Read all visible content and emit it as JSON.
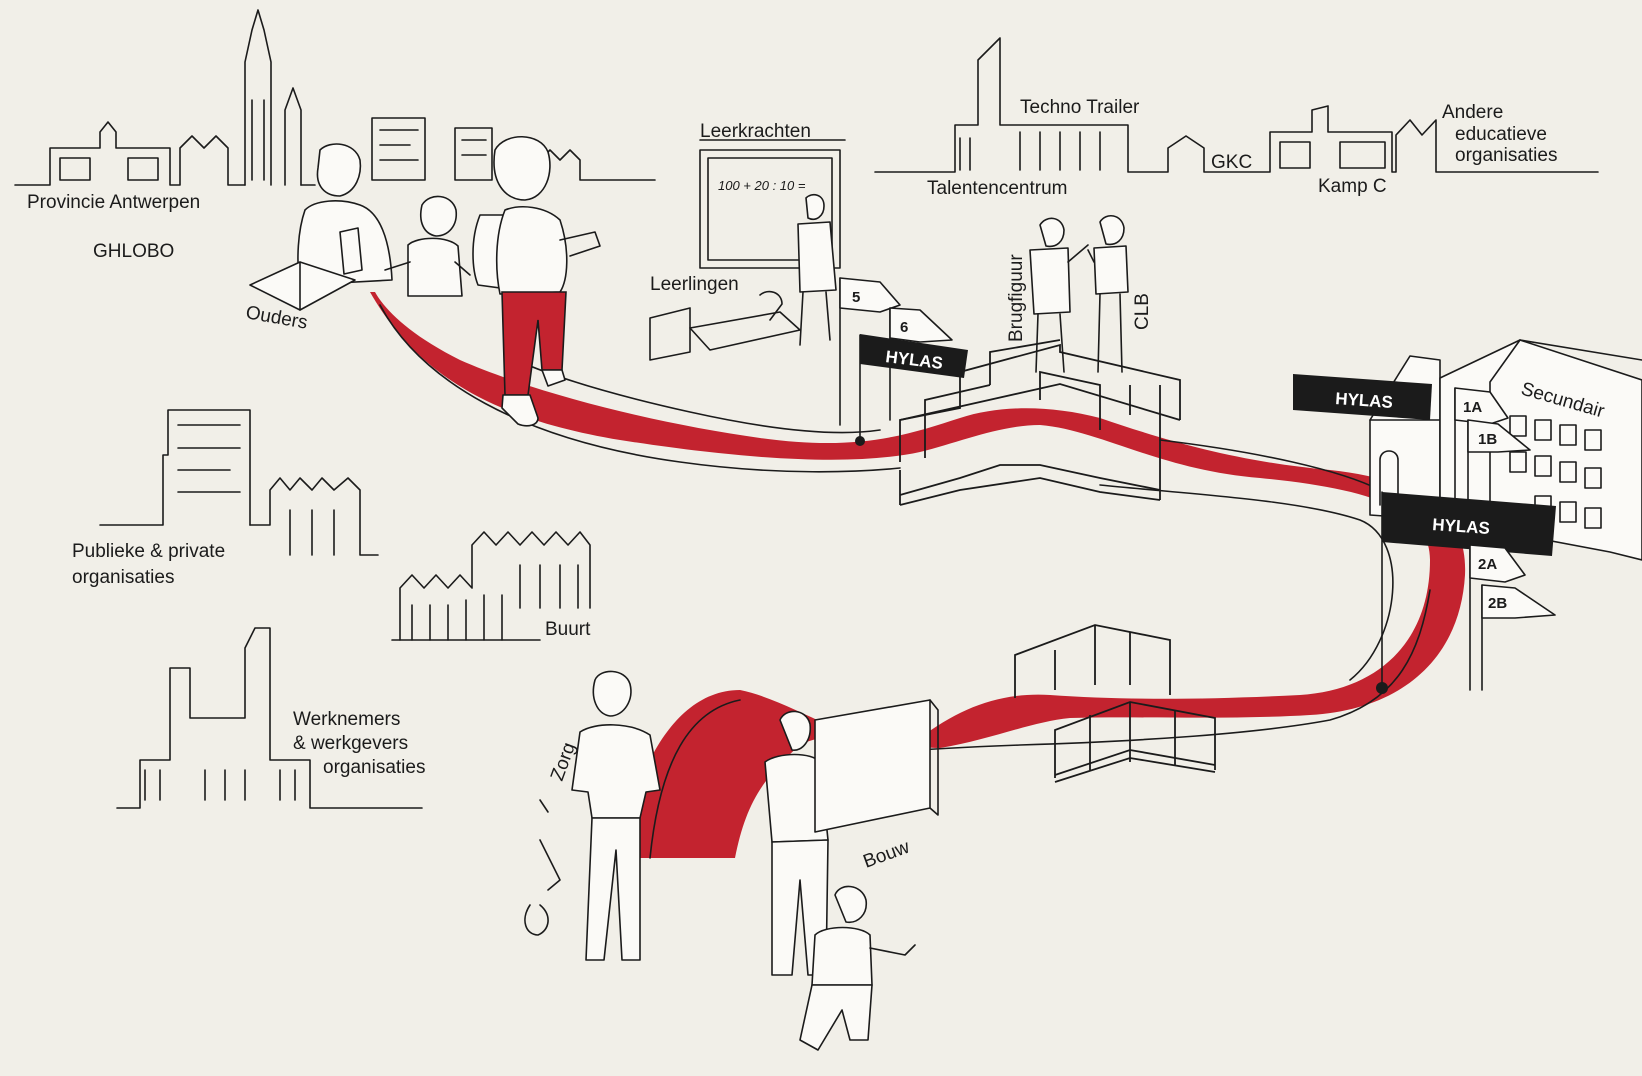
{
  "labels": {
    "provincie": "Provincie Antwerpen",
    "ghlobo": "GHLOBO",
    "ouders": "Ouders",
    "publieke_1": "Publieke & private",
    "publieke_2": "organisaties",
    "buurt": "Buurt",
    "werknemers_1": "Werknemers",
    "werknemers_2": "& werkgevers",
    "werknemers_3": "organisaties",
    "leerkrachten": "Leerkrachten",
    "leerlingen": "Leerlingen",
    "blackboard_math": "100 + 20 : 10 =",
    "techno_trailer": "Techno Trailer",
    "talentencentrum": "Talentencentrum",
    "gkc": "GKC",
    "kamp_c": "Kamp C",
    "andere_1": "Andere",
    "andere_2": "educatieve",
    "andere_3": "organisaties",
    "brugfiguur": "Brugfiguur",
    "clb": "CLB",
    "secundair": "Secundair",
    "zorg": "Zorg",
    "bouw": "Bouw"
  },
  "flags": {
    "hylas_primary": "HYLAS",
    "hylas_school": "HYLAS",
    "hylas_secondary": "HYLAS",
    "n5": "5",
    "n6": "6",
    "n1a": "1A",
    "n1b": "1B",
    "n2a": "2A",
    "n2b": "2B"
  },
  "colors": {
    "background": "#f1efe8",
    "path_red": "#c3232f",
    "ink": "#1b1b1b",
    "flag_black": "#1b1b1b"
  }
}
